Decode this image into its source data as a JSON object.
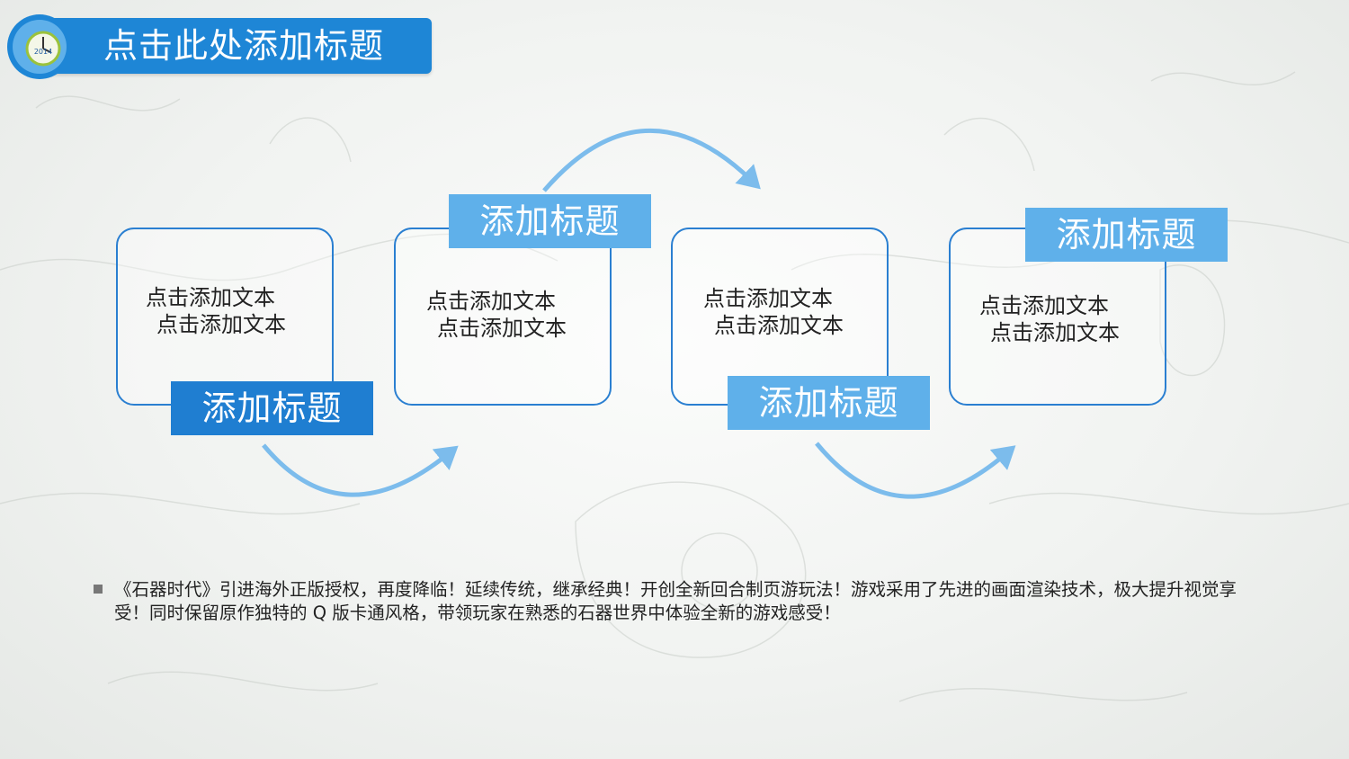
{
  "title": "点击此处添加标题",
  "logo_text": "2014",
  "steps": [
    {
      "tag": "添加标题",
      "line1": "点击添加文本",
      "line2": "点击添加文本"
    },
    {
      "tag": "添加标题",
      "line1": "点击添加文本",
      "line2": "点击添加文本"
    },
    {
      "tag": "添加标题",
      "line1": "点击添加文本",
      "line2": "点击添加文本"
    },
    {
      "tag": "添加标题",
      "line1": "点击添加文本",
      "line2": "点击添加文本"
    }
  ],
  "description": "《石器时代》引进海外正版授权，再度降临！延续传统，继承经典！开创全新回合制页游玩法！游戏采用了先进的画面渲染技术，极大提升视觉享受！同时保留原作独特的 Q 版卡通风格，带领玩家在熟悉的石器世界中体验全新的游戏感受！",
  "colors": {
    "primary": "#1f7ed1",
    "light": "#5fb0ea",
    "arrow": "#7cbcec",
    "border": "#2a7fd1"
  }
}
